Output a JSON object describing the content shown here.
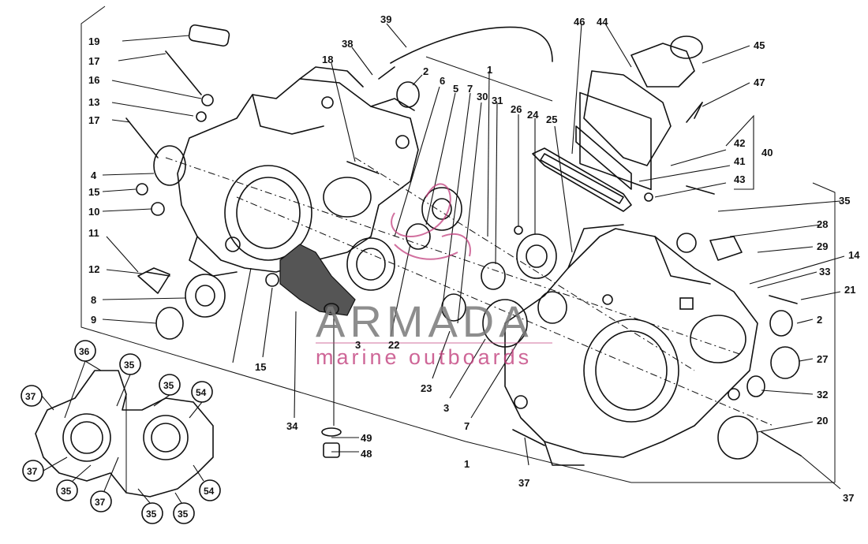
{
  "diagram": {
    "labels": [
      "1",
      "2",
      "3",
      "4",
      "5",
      "6",
      "7",
      "8",
      "9",
      "10",
      "11",
      "12",
      "13",
      "14",
      "15",
      "16",
      "17",
      "18",
      "19",
      "20",
      "21",
      "22",
      "23",
      "24",
      "25",
      "26",
      "27",
      "28",
      "29",
      "30",
      "31",
      "32",
      "33",
      "34",
      "35",
      "36",
      "37",
      "38",
      "39",
      "40",
      "41",
      "42",
      "43",
      "44",
      "45",
      "46",
      "47",
      "48",
      "49",
      "54"
    ]
  },
  "watermark": {
    "brand": "ARMADA",
    "tagline": "marine outboards",
    "accent_color": "#c2407e",
    "text_color": "#7a7a7a"
  }
}
